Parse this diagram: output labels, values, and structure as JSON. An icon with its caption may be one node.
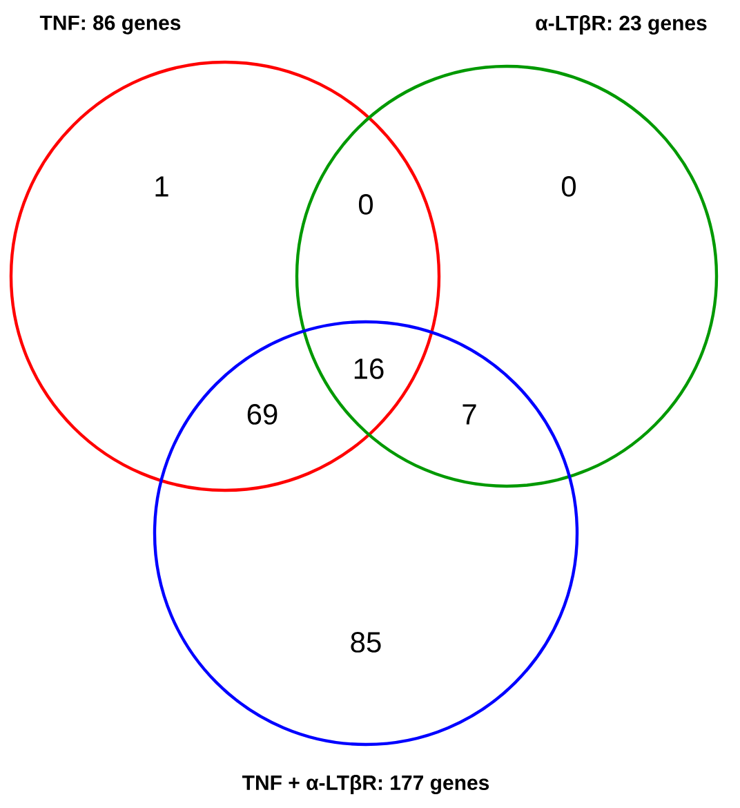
{
  "diagram": {
    "nodes": [
      {
        "text": [
          "TNF: 86 genes"
        ]
      },
      {
        "text": [
          "α-LTβR: 23 genes"
        ]
      },
      {
        "text": [
          "TNF + α-LTβR: 177 genes"
        ]
      }
    ],
    "labels": [
      "1",
      "0",
      "0",
      "16",
      "69",
      "7",
      "85"
    ]
  }
}
